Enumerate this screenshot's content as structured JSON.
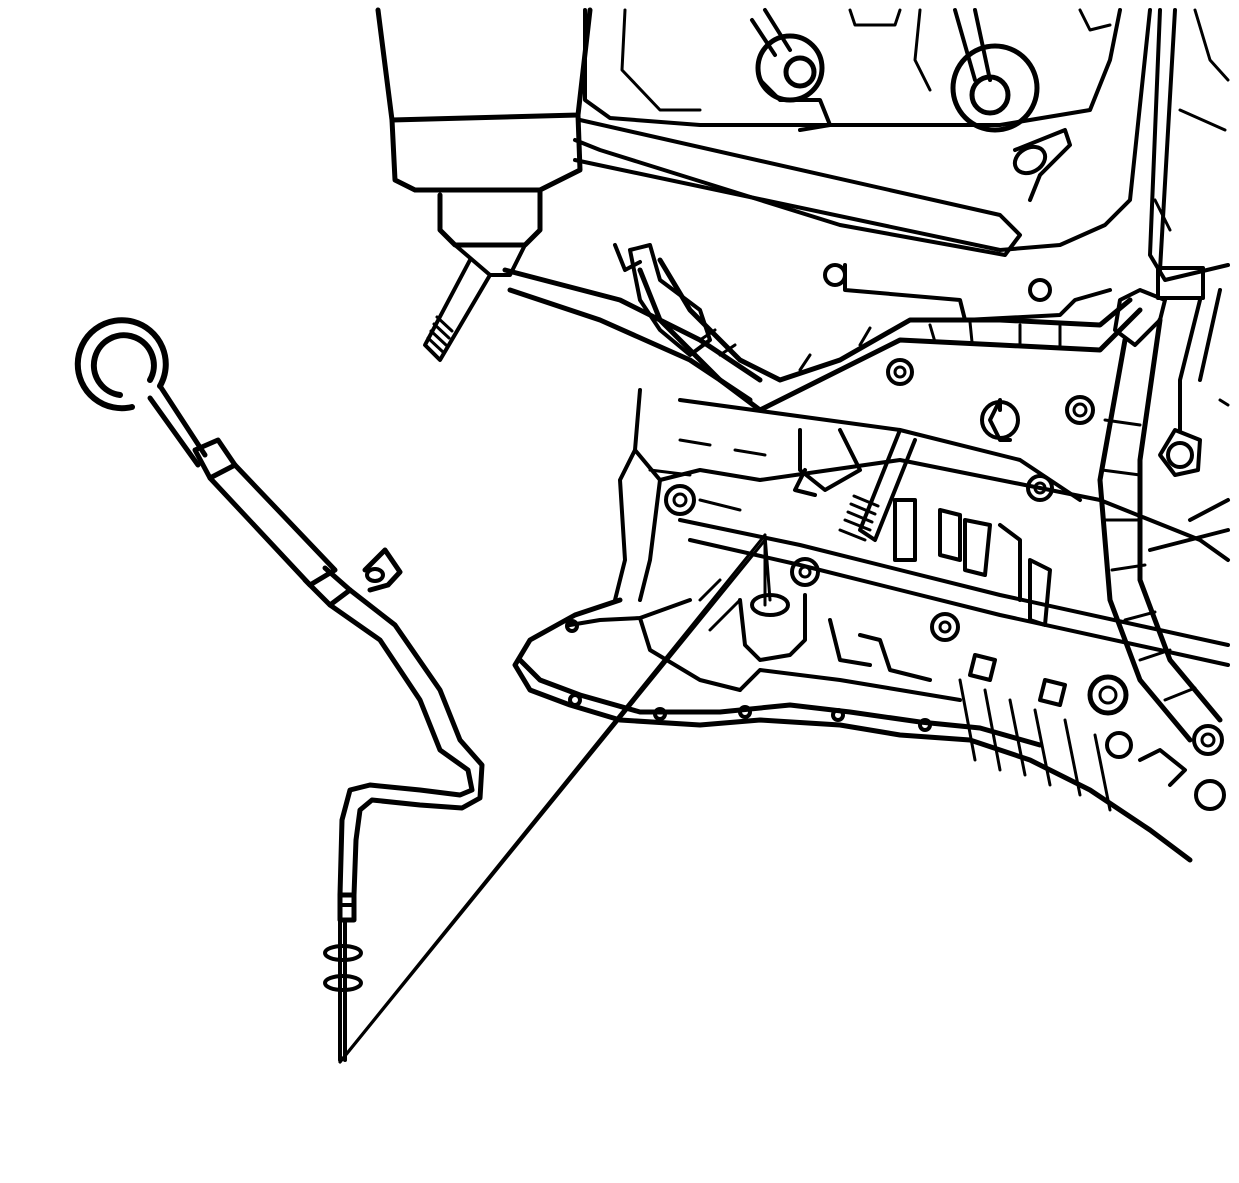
{
  "diagram": {
    "kind": "line-art technical illustration",
    "components": [
      "oil-level-dipstick",
      "dipstick-tube",
      "o-ring-seals",
      "oil-filter",
      "engine-block",
      "oil-pan",
      "wiring-harness",
      "dipstick-tube-mounting-hole",
      "callout-leader-lines"
    ],
    "colors": {
      "line": "#000000",
      "background": "#ffffff"
    }
  }
}
